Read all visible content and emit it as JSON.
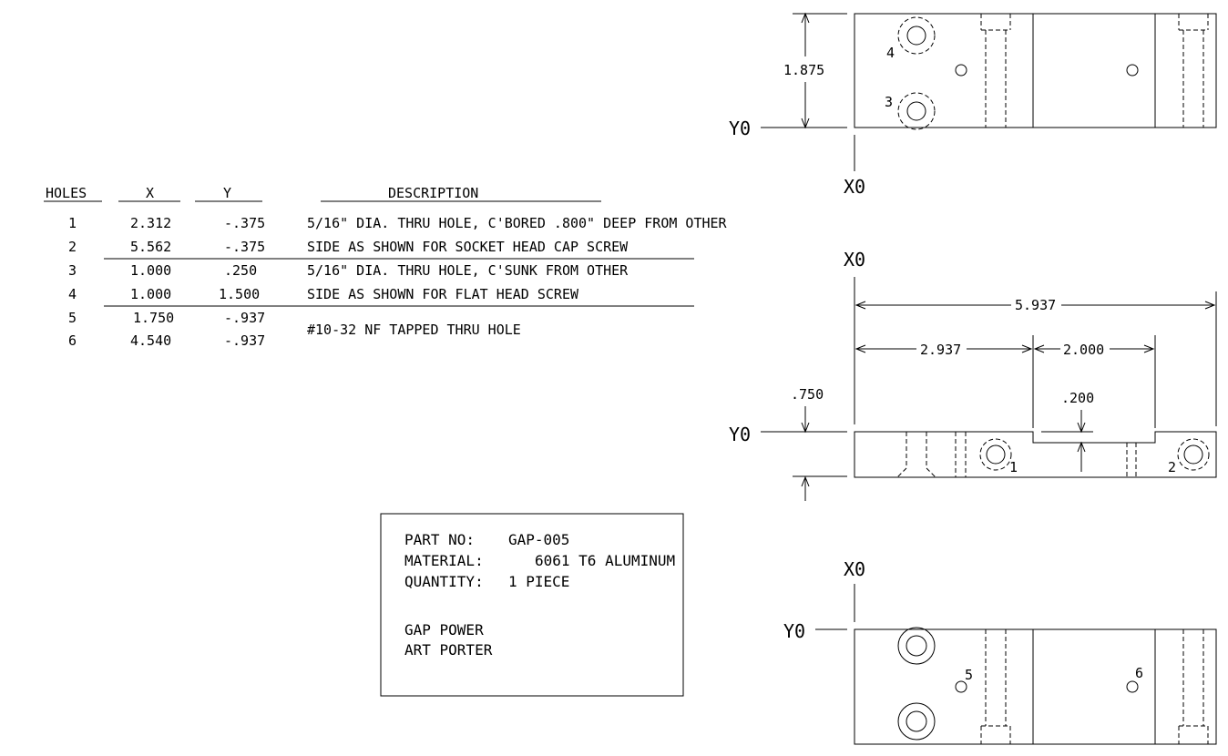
{
  "holes_table": {
    "headers": {
      "holes": "HOLES",
      "x": "X",
      "y": "Y",
      "description": "DESCRIPTION"
    },
    "rows": [
      {
        "hole": "1",
        "x": "2.312",
        "y": "-.375"
      },
      {
        "hole": "2",
        "x": "5.562",
        "y": "-.375"
      },
      {
        "hole": "3",
        "x": "1.000",
        "y": ".250"
      },
      {
        "hole": "4",
        "x": "1.000",
        "y": "1.500"
      },
      {
        "hole": "5",
        "x": "1.750",
        "y": "-.937"
      },
      {
        "hole": "6",
        "x": "4.540",
        "y": "-.937"
      }
    ],
    "descriptions": [
      "5/16\" DIA. THRU HOLE, C'BORED .800\" DEEP FROM OTHER",
      "SIDE AS SHOWN FOR SOCKET HEAD CAP SCREW",
      "5/16\" DIA. THRU HOLE, C'SUNK FROM OTHER",
      "SIDE AS SHOWN FOR FLAT HEAD SCREW",
      "#10-32 NF TAPPED THRU HOLE"
    ]
  },
  "title_block": {
    "part_no_label": "PART NO:",
    "part_no": "GAP-005",
    "material_label": "MATERIAL:",
    "material": "6061 T6 ALUMINUM",
    "quantity_label": "QUANTITY:",
    "quantity": "1 PIECE",
    "company": "GAP POWER",
    "author": "ART PORTER"
  },
  "datums": {
    "x0": "X0",
    "y0": "Y0"
  },
  "top_view": {
    "height_dim": "1.875",
    "hole_labels": [
      "4",
      "3"
    ]
  },
  "front_view": {
    "overall_length": "5.937",
    "slot_start": "2.937",
    "slot_width": "2.000",
    "slot_depth": ".200",
    "thickness": ".750",
    "hole_labels": [
      "1",
      "2"
    ]
  },
  "bottom_view": {
    "hole_labels": [
      "5",
      "6"
    ]
  }
}
